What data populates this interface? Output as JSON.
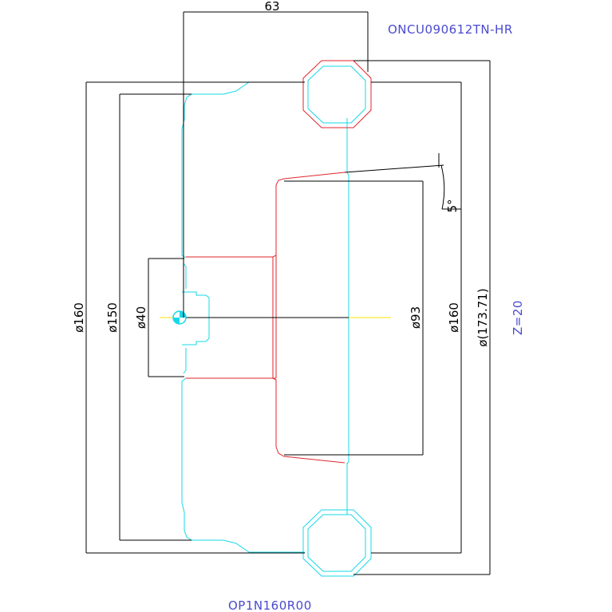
{
  "drawing": {
    "insert_code": "ONCU090612TN-HR",
    "tool_code": "OP1N160R00",
    "teeth": "Z=20",
    "dimensions": {
      "width_63": "63",
      "dia_160_left": "ø160",
      "dia_150": "ø150",
      "dia_40": "ø40",
      "dia_93": "ø93",
      "dia_160_right": "ø160",
      "dia_173": "ø(173.71)",
      "angle_5": "5°"
    },
    "colors": {
      "dimension": "#000000",
      "cutter_body": "#17d9e6",
      "insert_red": "#e0262b",
      "centerline": "#ffe600",
      "labels": "#4a4ad0"
    }
  }
}
